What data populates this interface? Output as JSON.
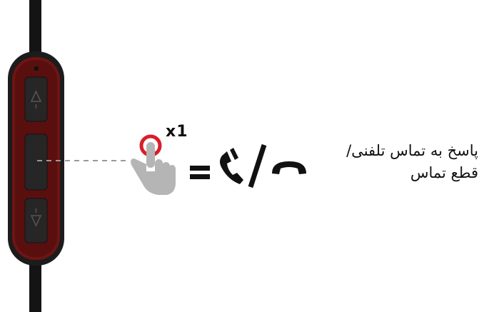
{
  "remote": {
    "cable_color": "#141414",
    "body_color": "#1c1c1c",
    "accent_color": "#6e1414",
    "buttons": [
      "volume-up",
      "multifunction",
      "volume-down"
    ]
  },
  "gesture": {
    "icon": "hand-pointer-icon",
    "tap_ring_color": "#d81e2a",
    "multiplier_label": "x1"
  },
  "call_icons": [
    "phone-answer-icon",
    "phone-hangup-icon"
  ],
  "description": {
    "line1": "پاسخ به تماس تلفنی/",
    "line2": "قطع تماس"
  }
}
